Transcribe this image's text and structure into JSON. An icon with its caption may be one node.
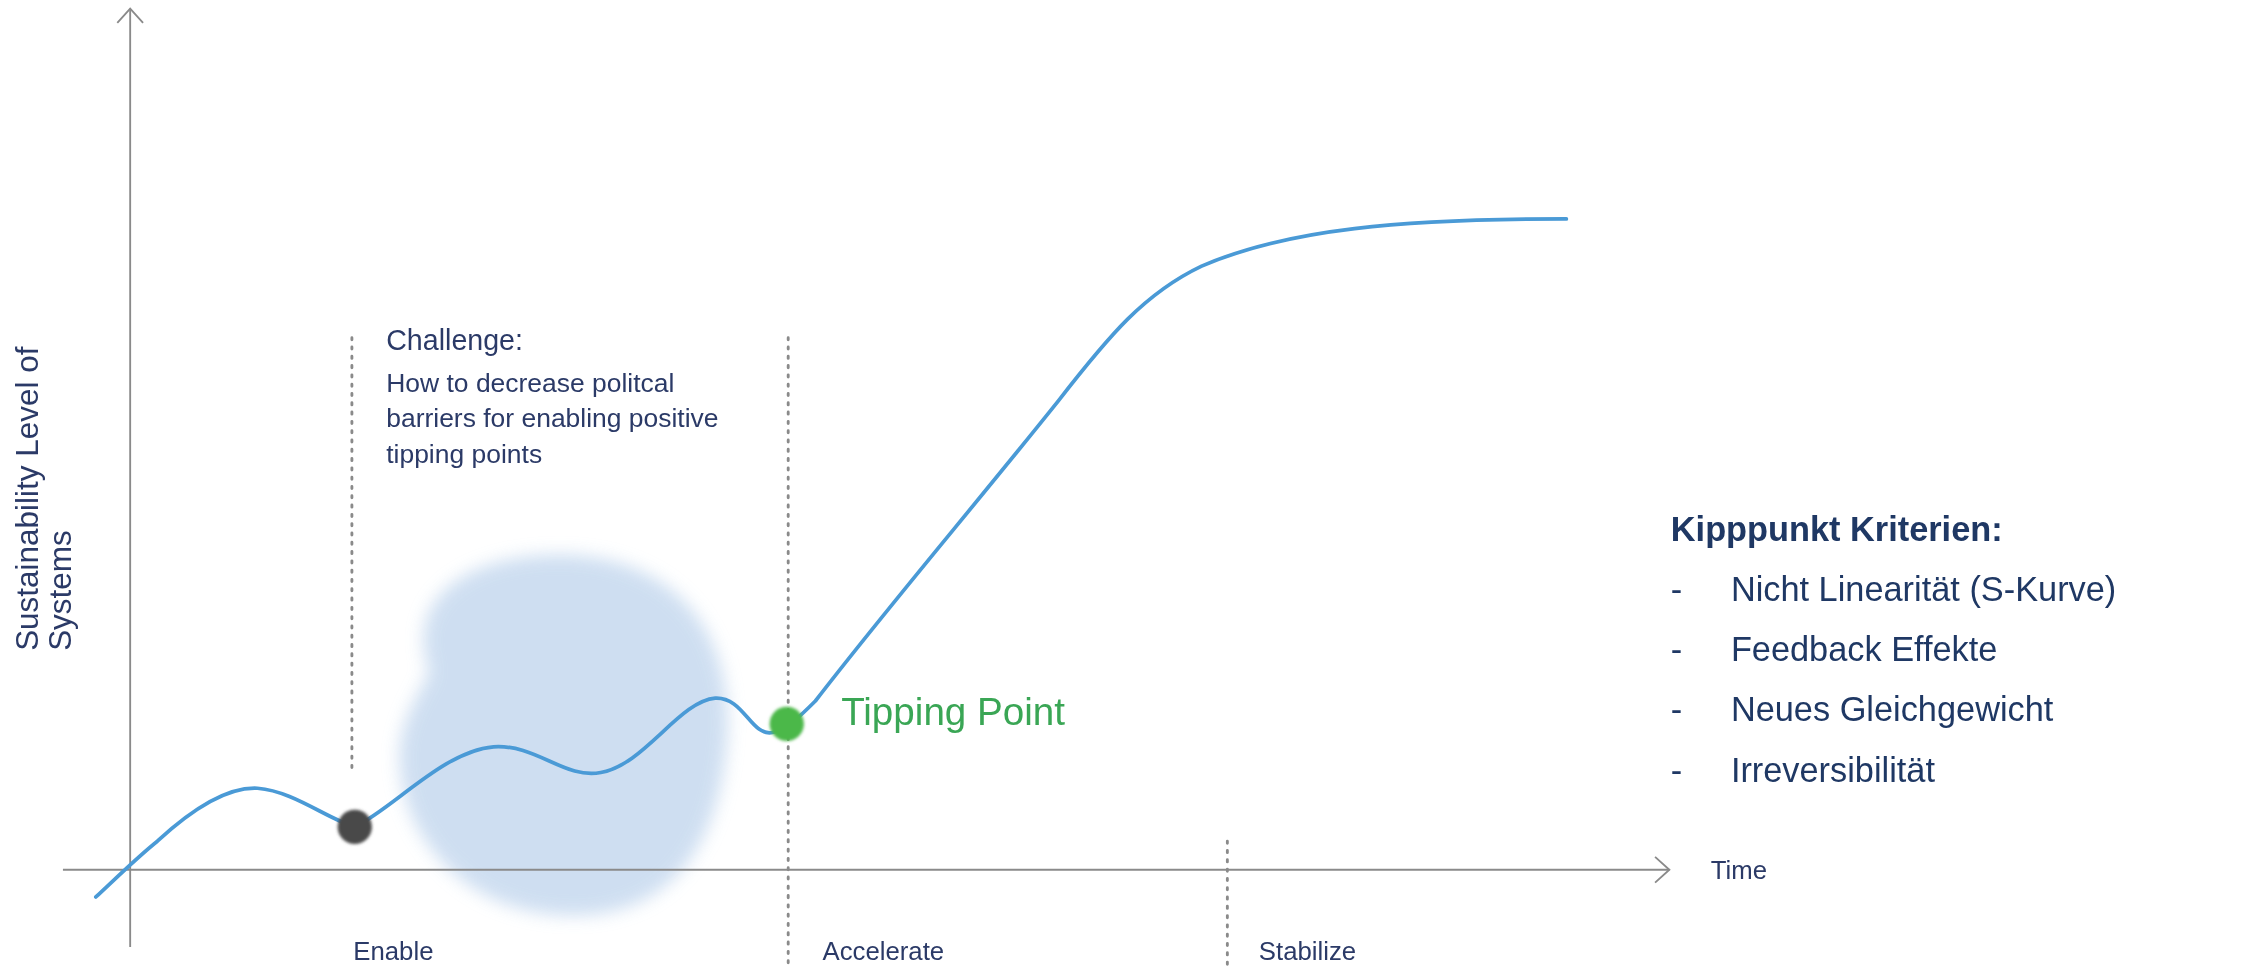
{
  "diagram": {
    "labels": [
      "Challenge:",
      "How to decrease politcal barriers for enabling positive tipping points",
      "Sustainability Level of Systems",
      "Tipping Point",
      "Kipppunkt Kriterien:",
      "-",
      "Nicht Linearität (S-Kurve)",
      "-",
      "Feedback Effekte",
      "-",
      "Neues Gleichgewicht",
      "-",
      "Irreversibilität",
      "Time",
      "Enable",
      "Accelerate",
      "Stabilize"
    ]
  }
}
